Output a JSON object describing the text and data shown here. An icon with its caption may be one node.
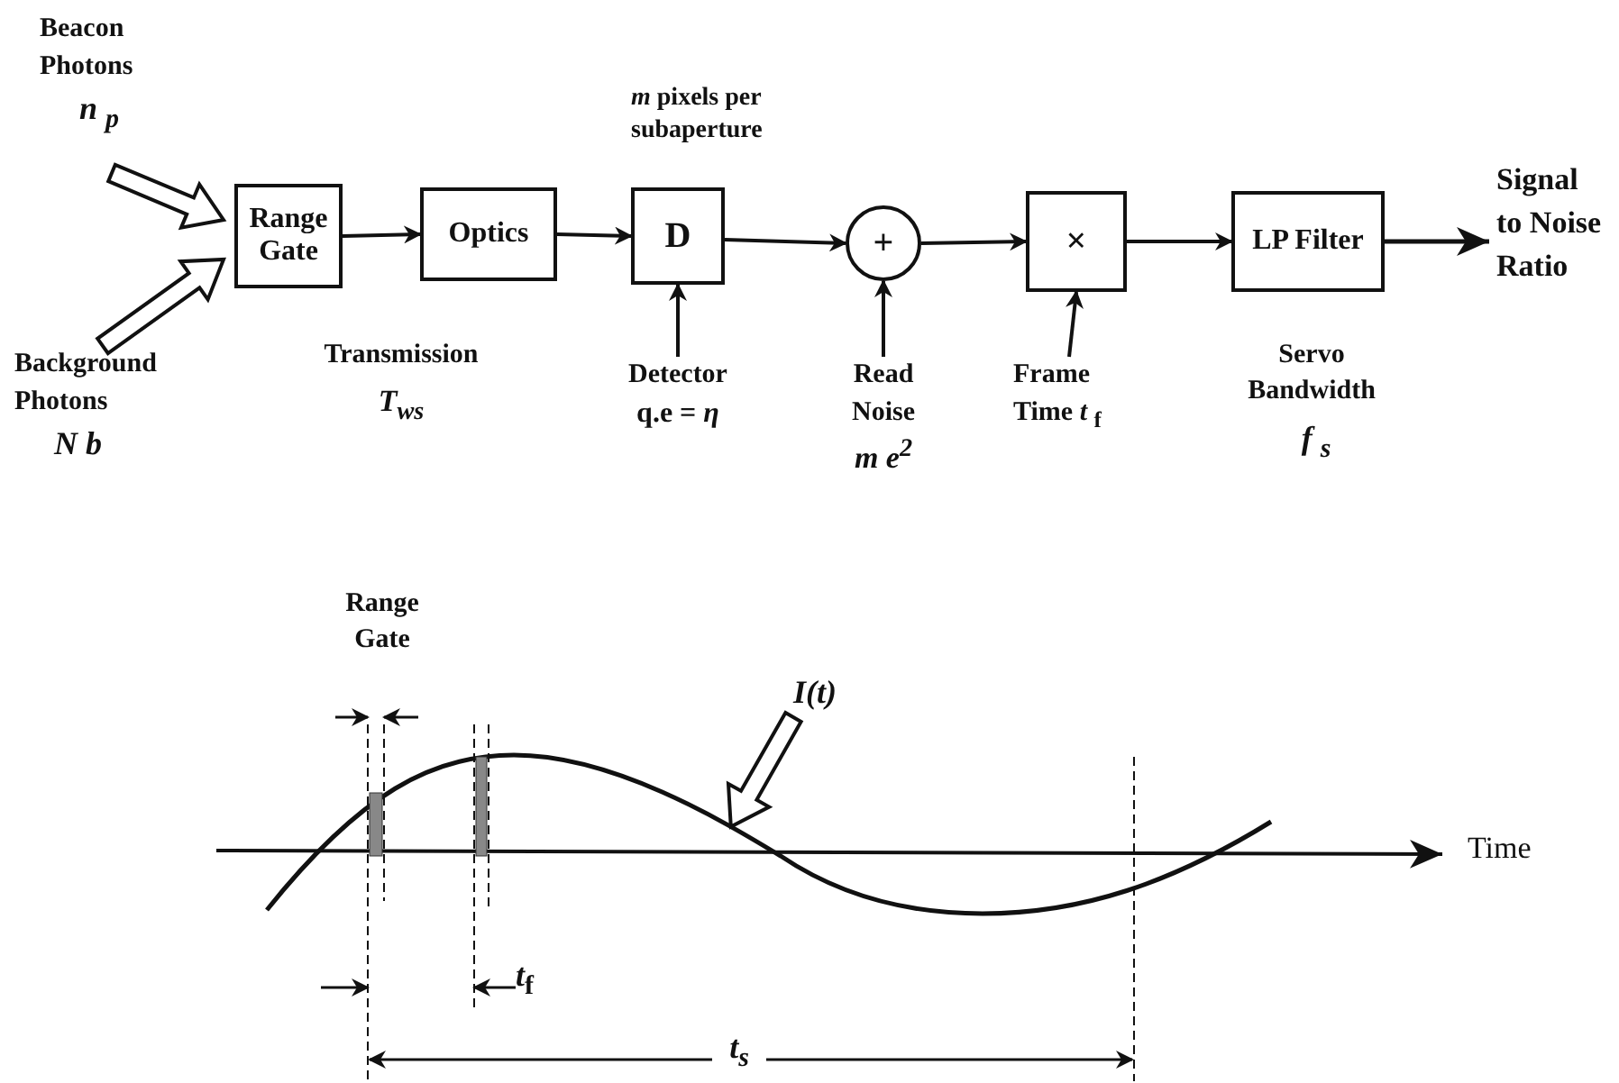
{
  "diagram": {
    "nodes": [
      {
        "text": [
          "Beacon Photons",
          "n $_{p}$"
        ]
      },
      {
        "text": [
          "Background Photons",
          "N b"
        ]
      },
      {
        "text": [
          "Range Gate"
        ]
      },
      {
        "text": [
          "Optics"
        ],
        "beside": [
          "Transmission",
          "T$_{ws}$"
        ]
      },
      {
        "text": [
          "D"
        ],
        "beside": [
          "*m* pixels per subaperture"
        ]
      },
      {
        "text": [
          "Detector",
          "q.e = *η*"
        ]
      },
      {
        "text": [
          "+"
        ]
      },
      {
        "text": [
          "Read Noise",
          "m e$^{2}$"
        ]
      },
      {
        "text": [
          "×"
        ]
      },
      {
        "text": [
          "Frame Time *t* $_{f}$"
        ]
      },
      {
        "text": [
          "LP Filter"
        ],
        "beside": [
          "Servo Bandwidth",
          "f $_{s}$"
        ]
      },
      {
        "text": [
          "Signal to Noise Ratio"
        ]
      },
      {
        "text": [
          "I(t)"
        ]
      },
      {
        "text": [],
        "shape": "curve"
      }
    ],
    "edges": [
      {
        "from": 0,
        "to": 2,
        "arrow": "to",
        "style": "thick"
      },
      {
        "from": 1,
        "to": 2,
        "arrow": "to",
        "style": "thick"
      },
      {
        "from": 2,
        "to": 3,
        "arrow": "to"
      },
      {
        "from": 3,
        "to": 4,
        "arrow": "to"
      },
      {
        "from": 5,
        "to": 4,
        "arrow": "to"
      },
      {
        "from": 4,
        "to": 6,
        "arrow": "to"
      },
      {
        "from": 7,
        "to": 6,
        "arrow": "to"
      },
      {
        "from": 6,
        "to": 8,
        "arrow": "to"
      },
      {
        "from": 9,
        "to": 8,
        "arrow": "to"
      },
      {
        "from": 8,
        "to": 10,
        "arrow": "to"
      },
      {
        "from": 10,
        "to": 11,
        "arrow": "to"
      },
      {
        "from": 12,
        "to": 13,
        "arrow": "to",
        "style": "thick"
      }
    ],
    "labels": [
      "Range Gate",
      "Time",
      "*t*$_{f}$",
      "t$_{s}$"
    ]
  }
}
